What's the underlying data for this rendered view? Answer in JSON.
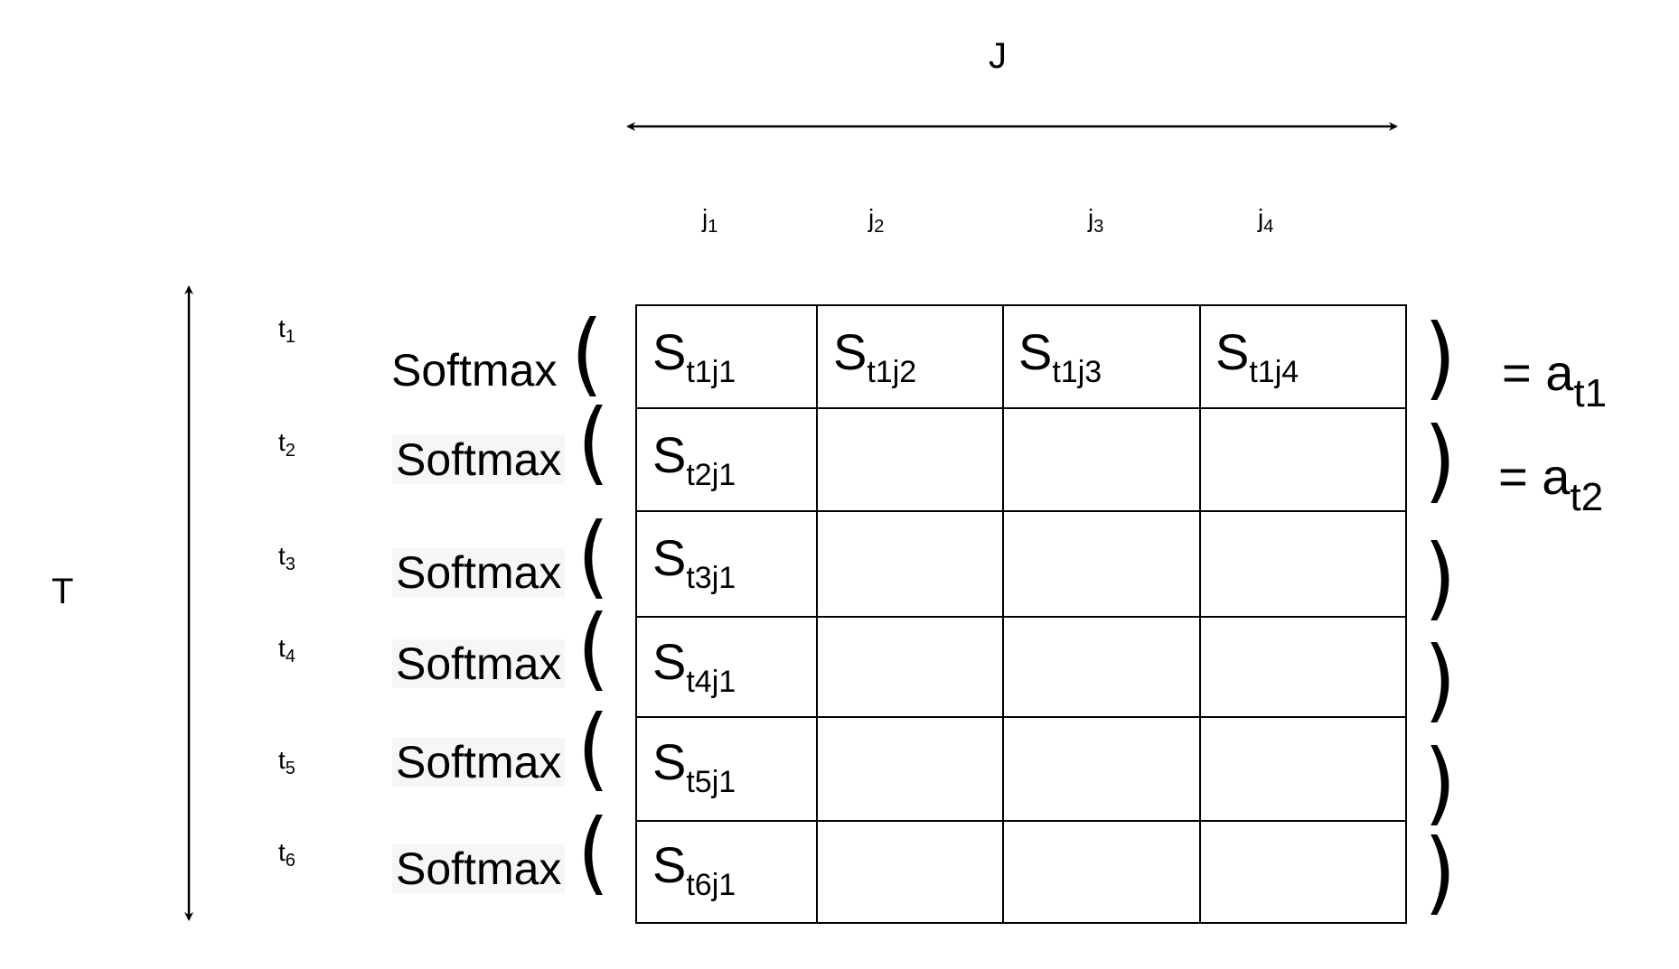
{
  "axis_j": {
    "label": "J",
    "ticks": [
      {
        "base": "j",
        "sub": "1"
      },
      {
        "base": "j",
        "sub": "2"
      },
      {
        "base": "j",
        "sub": "3"
      },
      {
        "base": "j",
        "sub": "4"
      }
    ]
  },
  "axis_t": {
    "label": "T",
    "ticks": [
      {
        "base": "t",
        "sub": "1"
      },
      {
        "base": "t",
        "sub": "2"
      },
      {
        "base": "t",
        "sub": "3"
      },
      {
        "base": "t",
        "sub": "4"
      },
      {
        "base": "t",
        "sub": "5"
      },
      {
        "base": "t",
        "sub": "6"
      }
    ]
  },
  "rows": [
    {
      "func": "Softmax",
      "open": "(",
      "close": ")",
      "cells": [
        {
          "base": "S",
          "sub": "t1j1"
        },
        {
          "base": "S",
          "sub": "t1j2"
        },
        {
          "base": "S",
          "sub": "t1j3"
        },
        {
          "base": "S",
          "sub": "t1j4"
        }
      ],
      "result": {
        "prefix": "= a",
        "sub": "t1"
      }
    },
    {
      "func": "Softmax",
      "open": "(",
      "close": ")",
      "cells": [
        {
          "base": "S",
          "sub": "t2j1"
        },
        null,
        null,
        null
      ],
      "result": {
        "prefix": "= a",
        "sub": "t2"
      }
    },
    {
      "func": "Softmax",
      "open": "(",
      "close": ")",
      "cells": [
        {
          "base": "S",
          "sub": "t3j1"
        },
        null,
        null,
        null
      ],
      "result": null
    },
    {
      "func": "Softmax",
      "open": "(",
      "close": ")",
      "cells": [
        {
          "base": "S",
          "sub": "t4j1"
        },
        null,
        null,
        null
      ],
      "result": null
    },
    {
      "func": "Softmax",
      "open": "(",
      "close": ")",
      "cells": [
        {
          "base": "S",
          "sub": "t5j1"
        },
        null,
        null,
        null
      ],
      "result": null
    },
    {
      "func": "Softmax",
      "open": "(",
      "close": ")",
      "cells": [
        {
          "base": "S",
          "sub": "t6j1"
        },
        null,
        null,
        null
      ],
      "result": null
    }
  ]
}
